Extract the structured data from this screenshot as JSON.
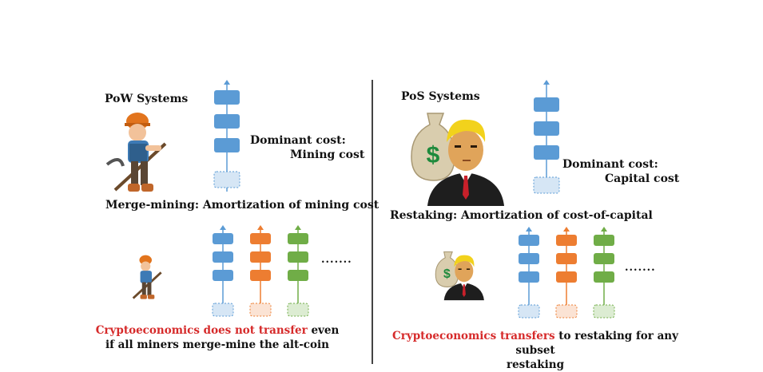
{
  "left": {
    "heading": "PoW Systems",
    "cost_label": "Dominant cost:",
    "cost_value": "Mining cost",
    "section_title": "Merge-mining: Amortization of mining cost",
    "ellipsis": ".......",
    "caption_red": "Cryptoeconomics does not transfer",
    "caption_rest": " even",
    "caption_line2": "if all miners merge-mine the alt-coin"
  },
  "right": {
    "heading": "PoS Systems",
    "cost_label": "Dominant cost:",
    "cost_value": "Capital cost",
    "section_title": "Restaking: Amortization of cost-of-capital",
    "ellipsis": ".......",
    "caption_red": "Cryptoeconomics transfers",
    "caption_rest": " to restaking for any subset",
    "caption_line2": "restaking"
  },
  "colors": {
    "blue": "#5b9bd5",
    "orange": "#ed7d31",
    "green": "#70ad47",
    "blue_faded": "#d6e6f5",
    "orange_faded": "#fbe3d4",
    "green_faded": "#dcecd2",
    "red_text": "#d62a2a"
  },
  "icons": {
    "money_bag_symbol": "$"
  }
}
